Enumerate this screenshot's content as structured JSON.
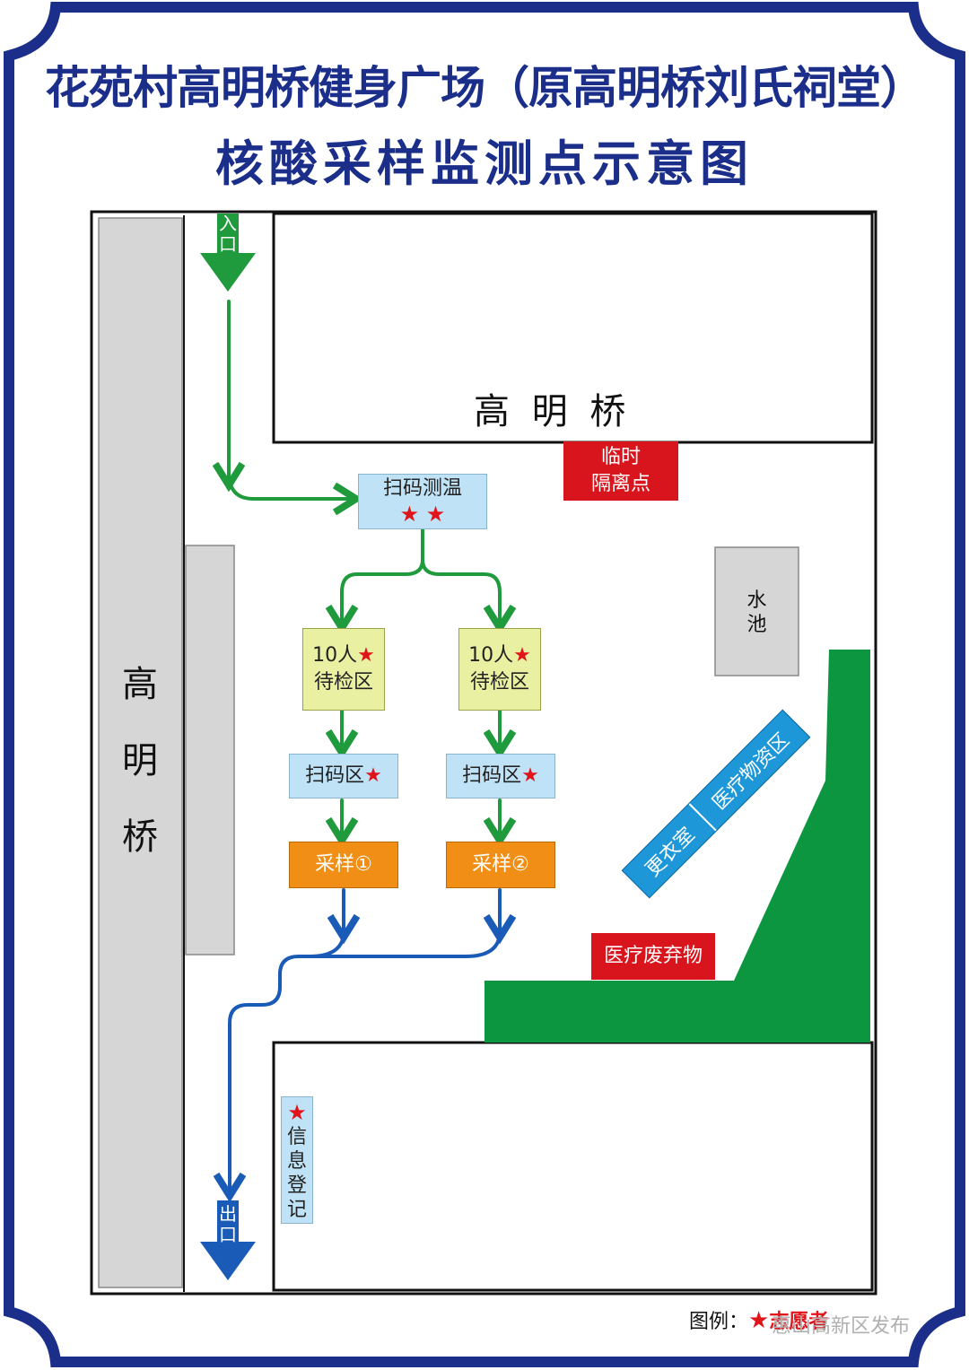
{
  "title": {
    "line1": "花苑村高明桥健身广场（原高明桥刘氏祠堂）",
    "line2": "核酸采样监测点示意图"
  },
  "roads": {
    "top_label": "高 明 桥",
    "left_label": [
      "高",
      "明",
      "桥"
    ]
  },
  "entrance": {
    "label": "入口"
  },
  "exit": {
    "label": "出口"
  },
  "scan_temp": {
    "label": "扫码测温",
    "stars": "★ ★"
  },
  "isolation": {
    "line1": "临时",
    "line2": "隔离点"
  },
  "pool": {
    "line1": "水",
    "line2": "池"
  },
  "waiting": [
    {
      "line1": "10人",
      "star": "★",
      "line2": "待检区"
    },
    {
      "line1": "10人",
      "star": "★",
      "line2": "待检区"
    }
  ],
  "scan_zone": [
    {
      "label": "扫码区",
      "star": "★"
    },
    {
      "label": "扫码区",
      "star": "★"
    }
  ],
  "sampling": [
    {
      "label": "采样①"
    },
    {
      "label": "采样②"
    }
  ],
  "changing_room": {
    "label": "更衣室"
  },
  "medical_supplies": {
    "label": "医疗物资区"
  },
  "medical_waste": {
    "label": "医疗废弃物"
  },
  "registration": {
    "star": "★",
    "label": [
      "信",
      "息",
      "登",
      "记"
    ]
  },
  "legend": {
    "prefix": "图例：",
    "star": "★",
    "label": "志愿者"
  },
  "watermark": {
    "text": "惠山高新区发布"
  },
  "colors": {
    "frame_navy": "#1b2f8a",
    "green_flow": "#1f9a3c",
    "blue_flow": "#1a5bb8",
    "red_box": "#d8141d",
    "green_area": "#0d9640"
  }
}
